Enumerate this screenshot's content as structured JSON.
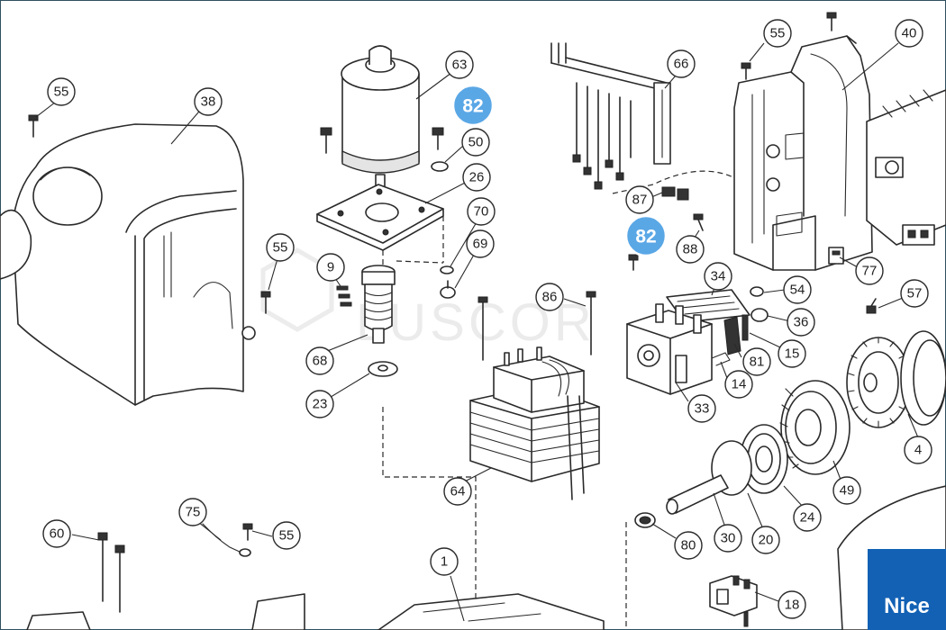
{
  "diagram": {
    "type": "exploded-parts-diagram",
    "callouts": [
      "55",
      "38",
      "55",
      "63",
      "82",
      "50",
      "26",
      "70",
      "69",
      "9",
      "68",
      "23",
      "66",
      "87",
      "82",
      "88",
      "86",
      "34",
      "54",
      "36",
      "15",
      "81",
      "14",
      "33",
      "64",
      "55",
      "40",
      "77",
      "57",
      "4",
      "49",
      "24",
      "20",
      "30",
      "80",
      "60",
      "75",
      "55",
      "1",
      "18"
    ],
    "highlighted": [
      "82",
      "82"
    ],
    "highlight_color": "#5aa7e6"
  },
  "watermark": "LUSCOR",
  "brand": {
    "label": "Nice",
    "color": "#1261b5"
  }
}
